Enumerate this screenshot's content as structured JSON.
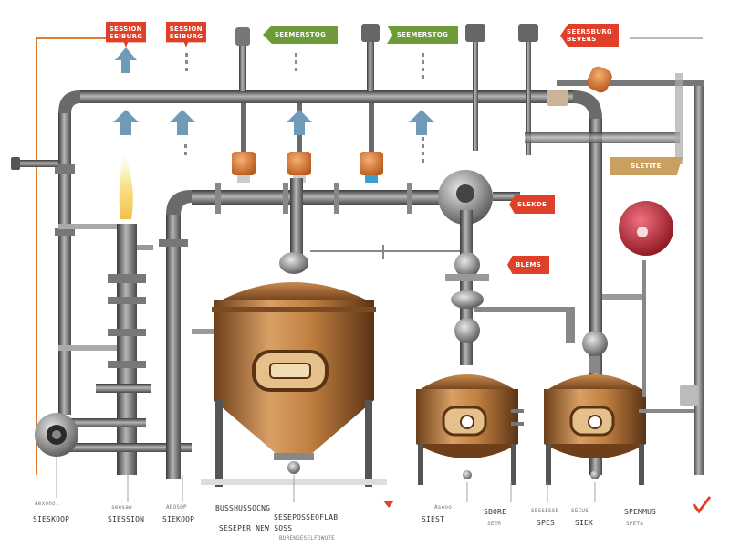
{
  "diagram": {
    "palette": {
      "pipe_dark": "#4a4a4a",
      "pipe_light": "#9a9a9a",
      "copper": "#b87333",
      "copper_light": "#d9a066",
      "copper_dark": "#7a4a22",
      "tag_red": "#e0402a",
      "tag_green": "#6f9a3a",
      "tag_tan": "#c9a060",
      "arrow_blue": "#6f9ab8",
      "line_orange": "#e07a2a"
    },
    "top_tags": [
      {
        "id": "tag-1",
        "text": "SESSION\nSEIBURG",
        "color": "#e0402a"
      },
      {
        "id": "tag-2",
        "text": "SESSION\nSEIBURG",
        "color": "#e0402a"
      },
      {
        "id": "tag-3",
        "text": "SEEMERSTOG",
        "color": "#6f9a3a"
      },
      {
        "id": "tag-4",
        "text": "SEEMERSTOG",
        "color": "#6f9a3a"
      },
      {
        "id": "tag-5",
        "text": "SEERSBURG\nBEVERS",
        "color": "#e0402a"
      }
    ],
    "side_tags": [
      {
        "id": "side-1",
        "text": "SLETITE",
        "color": "#c9a060"
      },
      {
        "id": "side-2",
        "text": "SLEKDE",
        "color": "#e0402a"
      },
      {
        "id": "side-3",
        "text": "BLEMS",
        "color": "#e0402a"
      }
    ],
    "bottom_labels": [
      {
        "top": "Aexonol",
        "bottom": "SIESKOOP"
      },
      {
        "top": "seesaw",
        "bottom": "SIESSION"
      },
      {
        "top": "AEOSOP",
        "bottom": "SIEKOOP"
      },
      {
        "top": "BUSSHUSSOCNG",
        "bottom": "SESEPER NEW SOSS"
      },
      {
        "top": "SESEPOSSEOFLAB",
        "bottom": "BURENGESELFOWUTE"
      },
      {
        "top": "Aseoo",
        "bottom": "SIEST"
      },
      {
        "top": "SBORE",
        "bottom": "SEER"
      },
      {
        "top": "SESSESSE",
        "bottom": "SPES"
      },
      {
        "top": "SECUS",
        "bottom": "SIEK"
      },
      {
        "top": "SPEMMUS",
        "bottom": "SPETA"
      }
    ]
  }
}
